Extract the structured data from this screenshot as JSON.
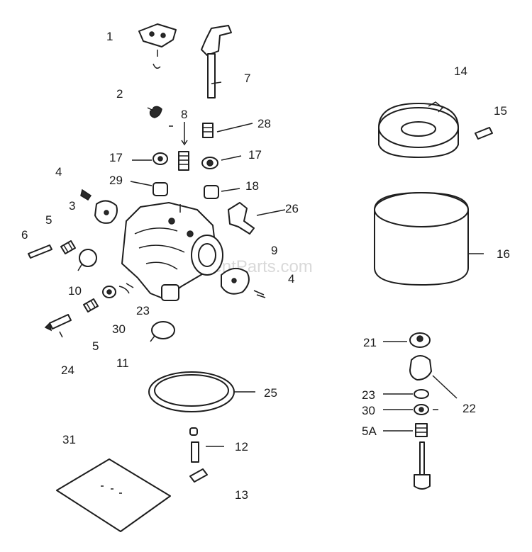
{
  "watermark": "eReplacementParts.com",
  "labels": [
    "1",
    "2",
    "3",
    "4",
    "4",
    "5",
    "5",
    "5A",
    "6",
    "7",
    "8",
    "9",
    "10",
    "11",
    "12",
    "13",
    "14",
    "15",
    "16",
    "17",
    "17",
    "18",
    "21",
    "22",
    "23",
    "23",
    "24",
    "25",
    "26",
    "28",
    "29",
    "30",
    "30",
    "31"
  ],
  "colors": {
    "ink": "#1e1e1e",
    "paper": "#ffffff",
    "watermark": "#d9d9d9"
  }
}
